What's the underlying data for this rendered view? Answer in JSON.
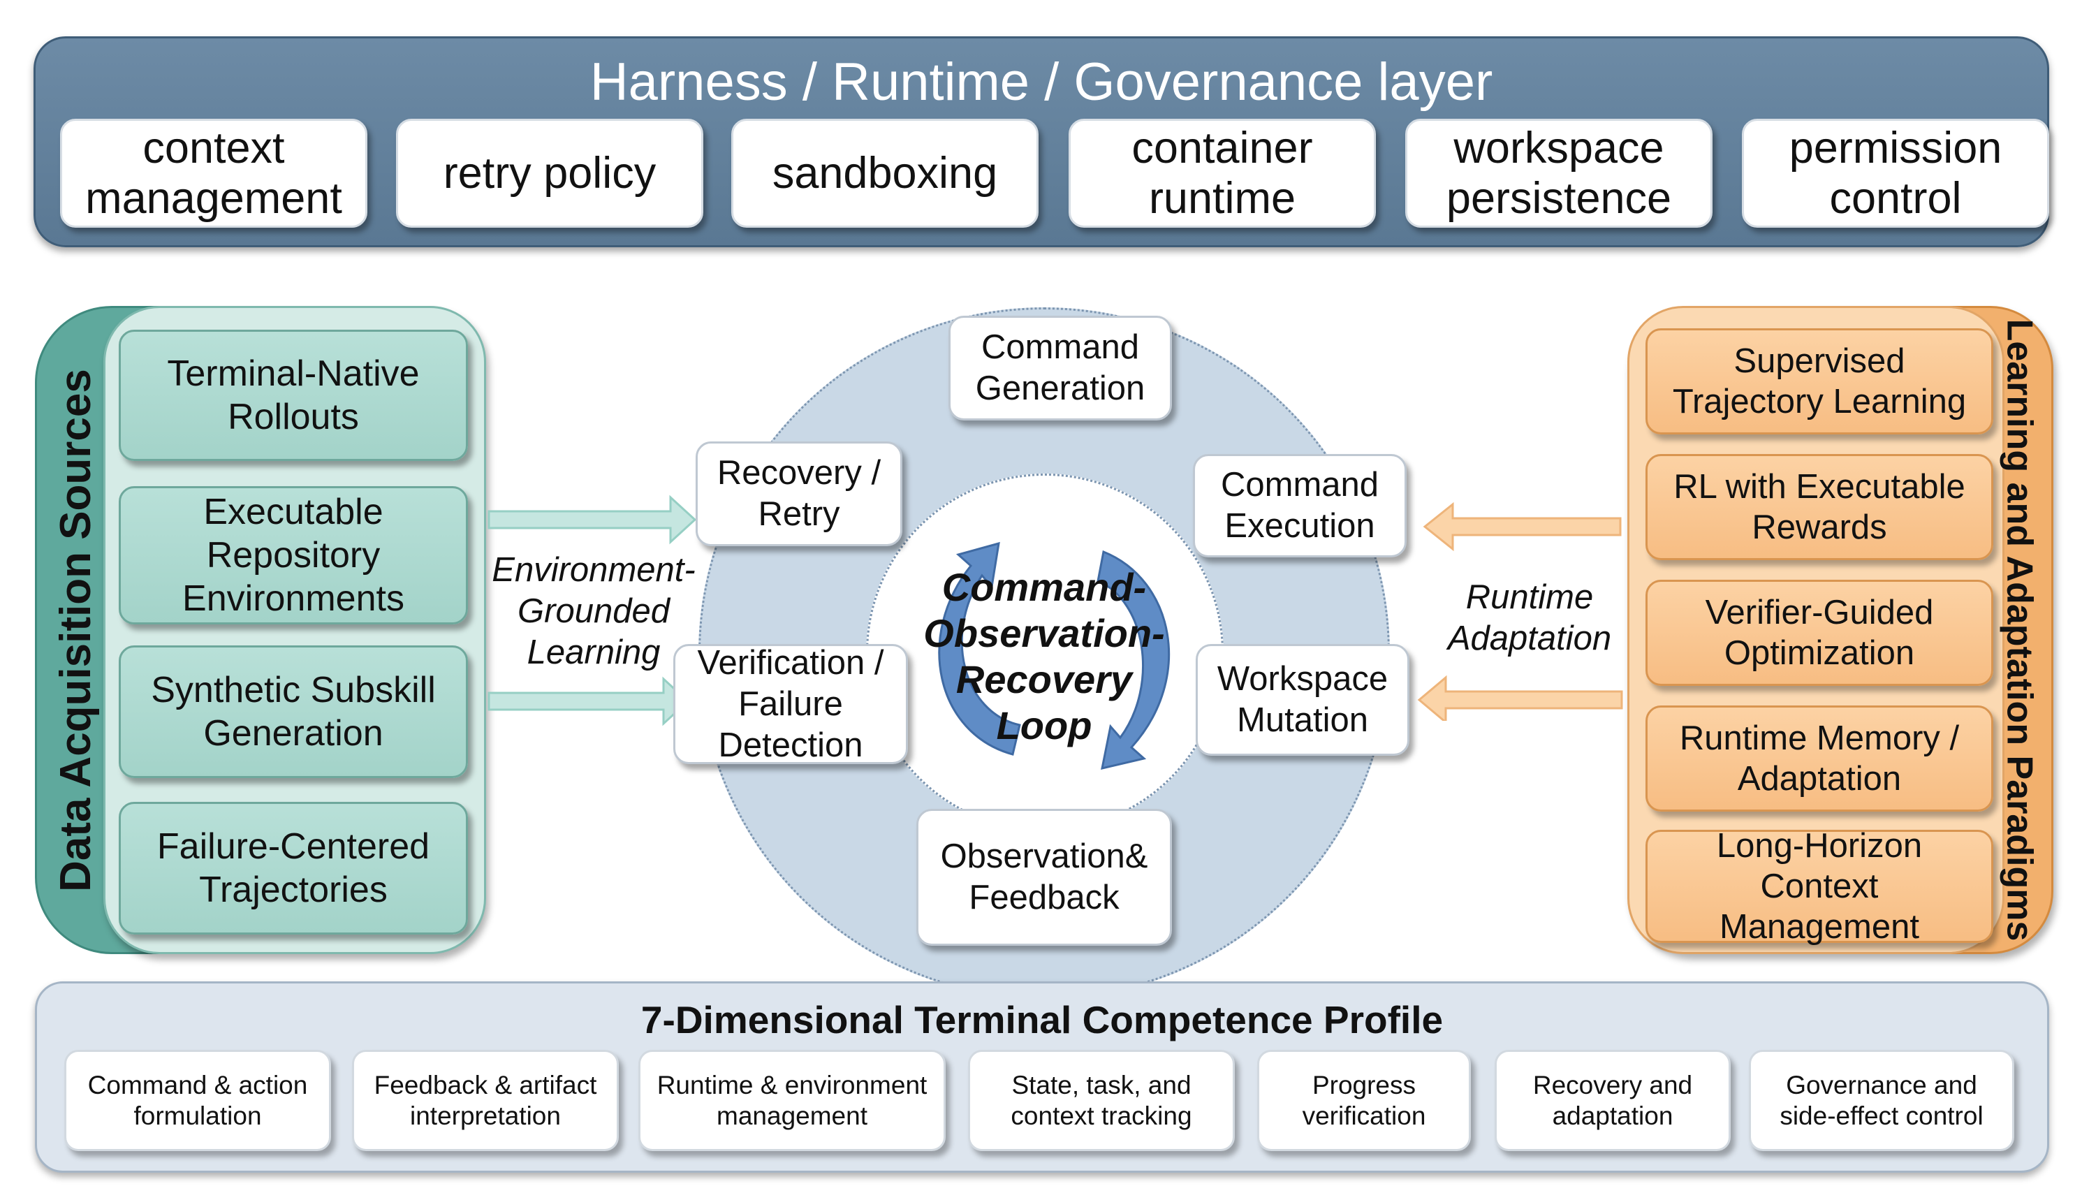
{
  "governance": {
    "title": "Harness / Runtime / Governance layer",
    "items": [
      "context\nmanagement",
      "retry policy",
      "sandboxing",
      "container\nruntime",
      "workspace\npersistence",
      "permission\ncontrol"
    ]
  },
  "data_sources": {
    "title": "Data Acquisition Sources",
    "items": [
      "Terminal-Native\nRollouts",
      "Executable\nRepository\nEnvironments",
      "Synthetic Subskill\nGeneration",
      "Failure-Centered\nTrajectories"
    ]
  },
  "learning": {
    "title": "Learning and Adaptation Paradigms",
    "items": [
      "Supervised\nTrajectory Learning",
      "RL with Executable\nRewards",
      "Verifier-Guided\nOptimization",
      "Runtime Memory /\nAdaptation",
      "Long-Horizon\nContext\nManagement"
    ]
  },
  "loop": {
    "center": "Command-\nObservation-\nRecovery\nLoop",
    "command_generation": "Command\nGeneration",
    "command_execution": "Command\nExecution",
    "workspace_mutation": "Workspace\nMutation",
    "observation_feedback": "Observation&\nFeedback",
    "verification": "Verification /\nFailure\nDetection",
    "recovery": "Recovery /\nRetry"
  },
  "labels": {
    "left_arrow": "Environment-\nGrounded\nLearning",
    "right_arrow": "Runtime\nAdaptation"
  },
  "profile": {
    "title": "7-Dimensional Terminal Competence Profile",
    "items": [
      "Command & action\nformulation",
      "Feedback & artifact\ninterpretation",
      "Runtime & environment\nmanagement",
      "State, task, and\ncontext tracking",
      "Progress\nverification",
      "Recovery and\nadaptation",
      "Governance and\nside-effect control"
    ]
  },
  "colors": {
    "governance": "#5f7d98",
    "data_sources": "#a8d6cc",
    "learning": "#f7bd83",
    "loop_circle": "#c9d8e6",
    "arrow_blue": "#5b86c0"
  }
}
